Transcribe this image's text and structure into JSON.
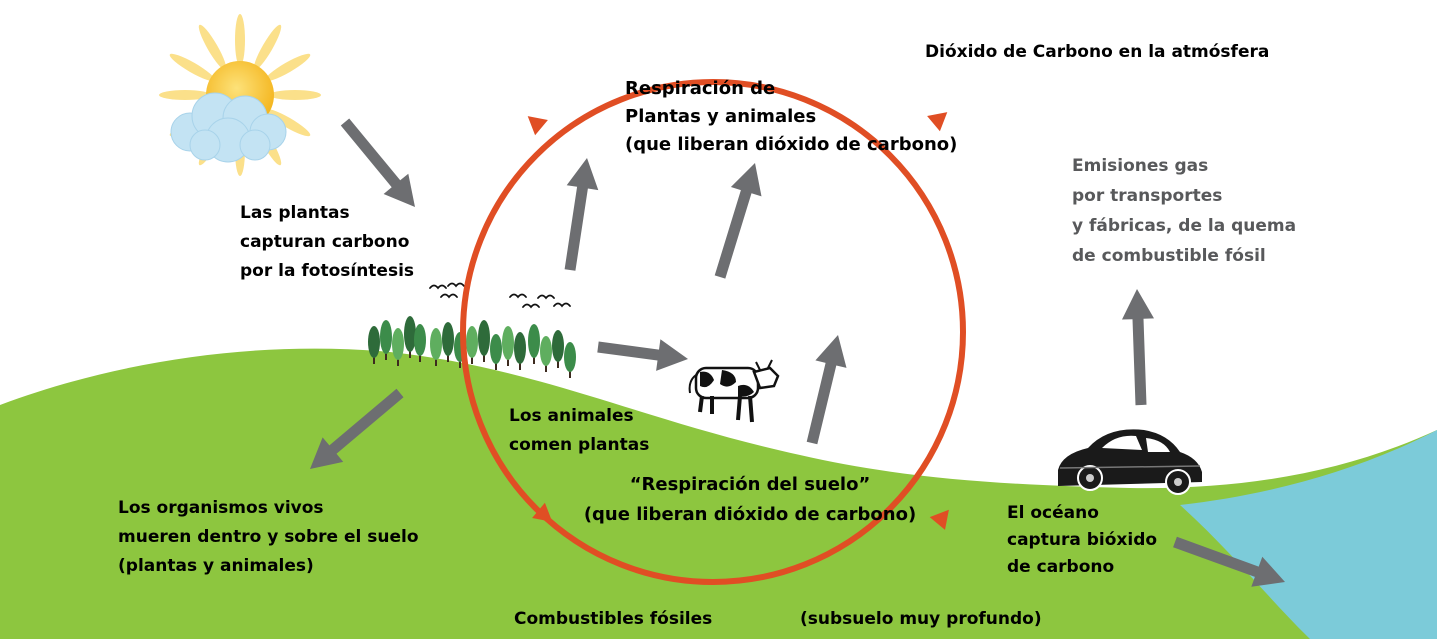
{
  "labels": {
    "atmosphere": "Dióxido de Carbono en la atmósfera",
    "respiration": [
      "Respiración de",
      "Plantas y animales",
      "(que liberan dióxido de carbono)"
    ],
    "emissions": [
      "Emisiones gas",
      "por transportes",
      "y fábricas, de la quema",
      "de combustible fósil"
    ],
    "photosynthesis": [
      "Las plantas",
      "capturan carbono",
      "por la fotosíntesis"
    ],
    "animals_eat": [
      "Los animales",
      "comen plantas"
    ],
    "soil_respiration": [
      "“Respiración del suelo”",
      "(que liberan dióxido de carbono)"
    ],
    "organisms": [
      "Los organismos vivos",
      "mueren dentro y sobre el suelo",
      "(plantas y animales)"
    ],
    "ocean": [
      "El océano",
      "captura bióxido",
      "de carbono"
    ],
    "fossil_fuels": "Combustibles fósiles",
    "deep_subsoil": "(subsuelo muy profundo)"
  },
  "icons": {
    "sun": "sun-icon",
    "cloud": "cloud-icon",
    "trees": "tree-icon",
    "birds": "bird-icon",
    "cow": "cow-icon",
    "car": "car-icon",
    "arrow": "arrow-icon"
  },
  "colors": {
    "cycle": "#e04e24",
    "arrows": "#6d6e71",
    "ground": "#8dc63f",
    "ocean": "#7ccbd9",
    "sun": "#f7c22e",
    "sun_rays": "#fbe08a",
    "cloud": "#c3e3f3",
    "tree_dark": "#2e6b3a",
    "tree_mid": "#3c8c4a",
    "tree_light": "#5fae5f",
    "text_dark": "#000000",
    "text_grey": "#58595b"
  }
}
